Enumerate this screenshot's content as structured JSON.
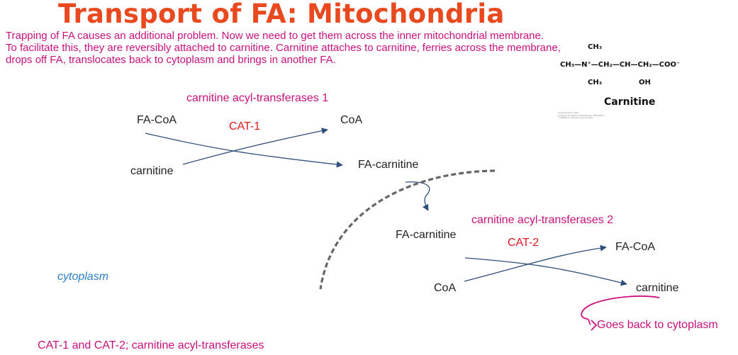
{
  "title": "Transport of FA: Mitochondria",
  "intro": {
    "p1": "Trapping of FA causes an additional problem. Now we need to get them across the inner mitochondrial membrane.",
    "p2": "To facilitate this, they are reversibly attached to carnitine. Carnitine attaches to carnitine, ferries across the membrane, drops off FA, translocates back to cytoplasm and brings in another FA."
  },
  "reaction1": {
    "enzyme_label": "carnitine acyl-transferases 1",
    "enzyme": "CAT-1",
    "in_top": "FA-CoA",
    "in_bottom": "carnitine",
    "out_top": "CoA",
    "out_bottom": "FA-carnitine"
  },
  "reaction2": {
    "enzyme_label": "carnitine acyl-transferases 2",
    "enzyme": "CAT-2",
    "in_top": "FA-carnitine",
    "in_bottom": "CoA",
    "out_top": "FA-CoA",
    "out_bottom": "carnitine"
  },
  "cytoplasm_label": "cytoplasm",
  "goes_back": "Goes back to cytoplasm",
  "footnote": "CAT-1 and CAT-2;  carnitine acyl-transferases",
  "structure": {
    "top_methyl": "CH₃",
    "main_chain": "CH₃—N⁺—CH₂—CH—CH₂—COO⁻",
    "bottom_methyl": "CH₃",
    "hydroxyl": "OH",
    "name": "Carnitine",
    "caption_lines": [
      "Unnumbered 17 p631",
      "Lehninger Principles of Biochemistry, Fifth Edition",
      "© 2008 W.H. Freeman and Company"
    ]
  },
  "colors": {
    "title": "#e8491f",
    "text_pink": "#c8117d",
    "enzyme_red": "#e0151c",
    "arrow_blue": "#2f4f7a",
    "cytoplasm_blue": "#2e7fc6",
    "membrane_gray": "#666666",
    "scribble_magenta": "#d0107f"
  }
}
